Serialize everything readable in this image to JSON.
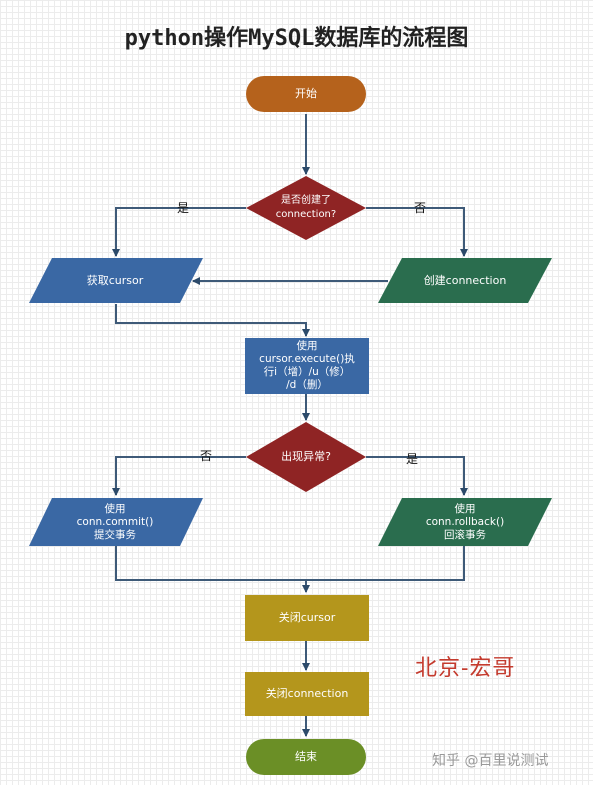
{
  "title": "python操作MySQL数据库的流程图",
  "nodes": {
    "start": "开始",
    "decision_conn": "是否创建了\nconnection?",
    "get_cursor": "获取cursor",
    "create_conn": "创建connection",
    "execute": "使用\ncursor.execute()执\n行i（增）/u（修）\n/d（删）",
    "decision_exc": "出现异常?",
    "commit": "使用\nconn.commit()\n提交事务",
    "rollback": "使用\nconn.rollback()\n回滚事务",
    "close_cursor": "关闭cursor",
    "close_conn": "关闭connection",
    "end": "结束"
  },
  "edge_labels": {
    "conn_yes": "是",
    "conn_no": "否",
    "exc_no": "否",
    "exc_yes": "是"
  },
  "watermarks": {
    "author": "北京-宏哥",
    "site": "知乎 @百里说测试"
  },
  "colors": {
    "start": "#b5621c",
    "decision": "#8f2424",
    "io_blue": "#3a68a4",
    "io_green": "#2a6d4e",
    "process_blue": "#3a68a4",
    "process_gold": "#b4961c",
    "end": "#6b8f26",
    "line": "#3e5a78"
  }
}
